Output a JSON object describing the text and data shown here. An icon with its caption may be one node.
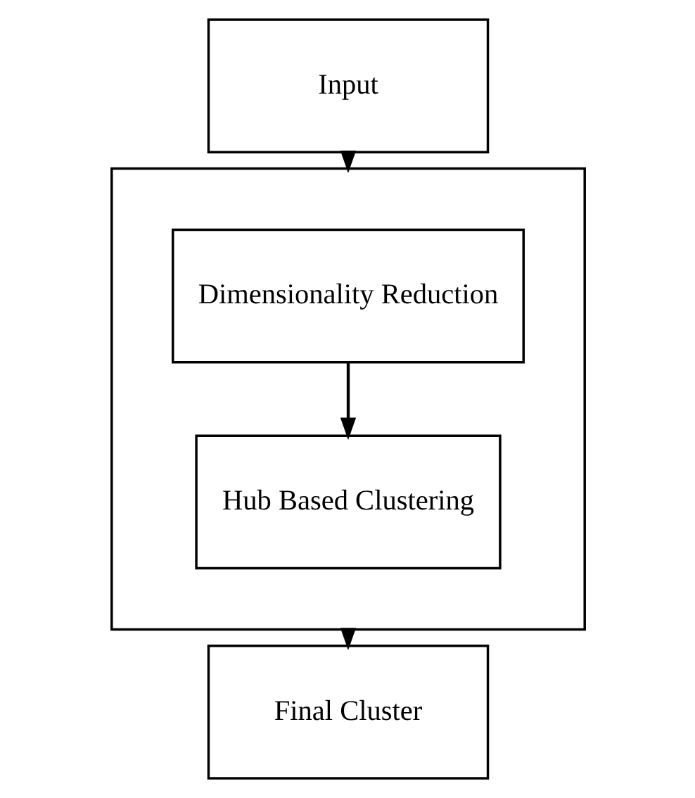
{
  "diagram": {
    "nodes": [
      {
        "text": [
          "Input"
        ]
      },
      {
        "text": [],
        "shape": "box"
      },
      {
        "text": [
          "Dimensionality Reduction"
        ],
        "in": 1
      },
      {
        "text": [
          "Hub Based Clustering"
        ],
        "in": 1
      },
      {
        "text": [
          "Final Cluster"
        ]
      }
    ],
    "edges": [
      {
        "from": 0,
        "to": 1,
        "arrow": "to"
      },
      {
        "from": 2,
        "to": 3,
        "arrow": "to"
      },
      {
        "from": 1,
        "to": 4,
        "arrow": "to"
      }
    ]
  }
}
